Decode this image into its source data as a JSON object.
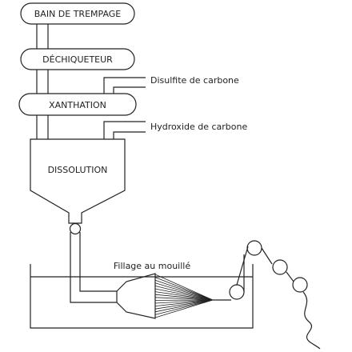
{
  "stages": {
    "bath": "BAIN DE TREMPAGE",
    "shredder": "DÉCHIQUETEUR",
    "xanthation": "XANTHATION",
    "dissolution": "DISSOLUTION"
  },
  "inputs": {
    "disulfide": "Disulfite de carbone",
    "hydroxide": "Hydroxide de carbone"
  },
  "spinning_label": "Fillage au mouillé",
  "colors": {
    "line": "#222222",
    "background": "#ffffff"
  }
}
